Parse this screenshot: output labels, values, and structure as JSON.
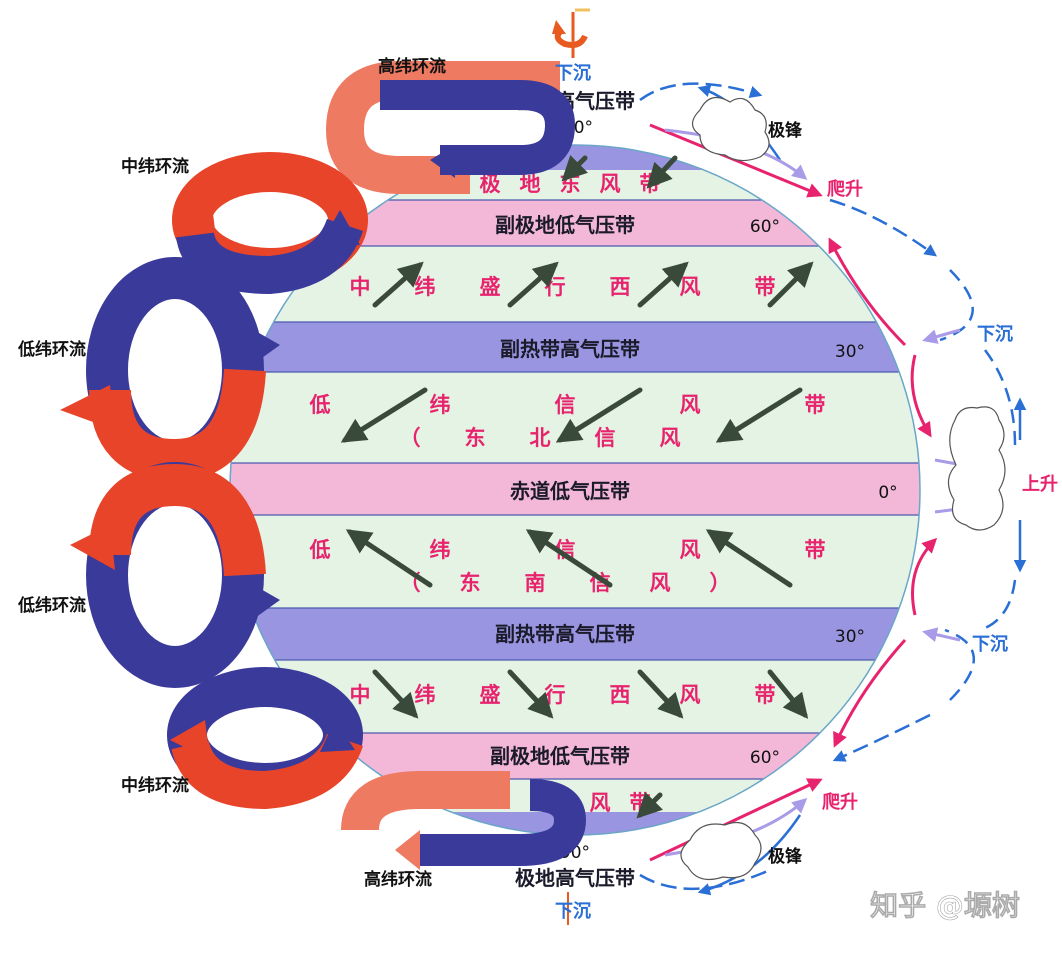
{
  "pressure_belts": {
    "polar_north": "极地高气压带",
    "subpolar_north": "副极地低气压带",
    "subtropical_north": "副热带高气压带",
    "equatorial": "赤道低气压带",
    "subtropical_south": "副热带高气压带",
    "subpolar_south": "副极地低气压带",
    "polar_south": "极地高气压带"
  },
  "wind_belts": {
    "polar_easterlies_north": [
      "极",
      "地",
      "东",
      "风",
      "带"
    ],
    "westerlies_north": [
      "中",
      "纬",
      "盛",
      "行",
      "西",
      "风",
      "带"
    ],
    "trades_north": [
      "低",
      "纬",
      "信",
      "风",
      "带"
    ],
    "trades_north_note": [
      "（",
      "东",
      "北",
      "信",
      "风"
    ],
    "trades_south": [
      "低",
      "纬",
      "信",
      "风",
      "带"
    ],
    "trades_south_note": [
      "（",
      "东",
      "南",
      "信",
      "风",
      "）"
    ],
    "westerlies_south": [
      "中",
      "纬",
      "盛",
      "行",
      "西",
      "风",
      "带"
    ],
    "polar_easterlies_south": [
      "风",
      "带"
    ]
  },
  "latitudes": {
    "n90": "90°",
    "n60": "60°",
    "n30": "30°",
    "eq": "0°",
    "s30": "30°",
    "s60": "60°",
    "s90": "90°"
  },
  "cells": {
    "high_north": "高纬环流",
    "mid_north": "中纬环流",
    "low_north": "低纬环流",
    "low_south": "低纬环流",
    "mid_south": "中纬环流",
    "high_south": "高纬环流"
  },
  "vertical": {
    "sink_top": "下沉",
    "sink_bottom": "下沉",
    "polar_front_north": "极锋",
    "polar_front_south": "极锋",
    "climb_north": "爬升",
    "climb_south": "爬升",
    "sink_30n": "下沉",
    "rise_eq": "上升",
    "sink_30s": "下沉"
  },
  "watermark": "知乎 @塬树",
  "colors": {
    "high_pressure": "#9a95e0",
    "low_pressure": "#f3b8d8",
    "wind_zone": "#e4f3e4",
    "wind_arrow": "#3a4a3a",
    "cell_red": "#e8442a",
    "cell_blue": "#3a3a9a",
    "wind_text": "#e8236e",
    "vertical_blue": "#2a6fd6"
  }
}
